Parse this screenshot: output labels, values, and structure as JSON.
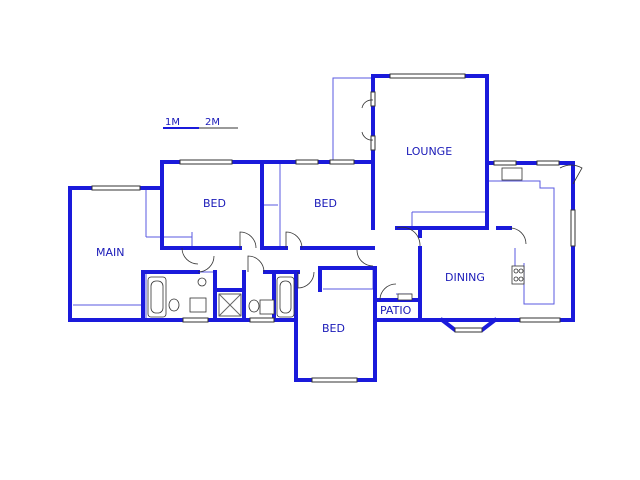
{
  "scale": {
    "label_1": "1M",
    "label_2": "2M"
  },
  "rooms": {
    "main": "MAIN",
    "bed_1": "BED",
    "bed_2": "BED",
    "bed_3": "BED",
    "lounge": "LOUNGE",
    "dining": "DINING",
    "patio": "PATIO"
  },
  "colors": {
    "wall": "#1a1adb",
    "label": "#1a1ab8"
  }
}
